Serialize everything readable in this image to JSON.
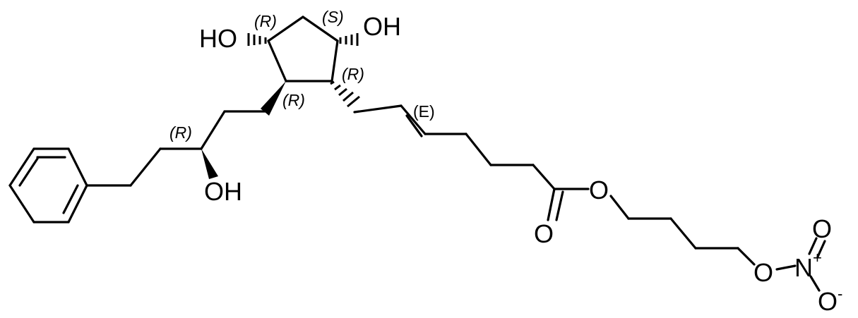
{
  "atoms": {
    "ring_oh_left": "HO",
    "ring_oh_right": "OH",
    "side_oh": "OH",
    "ester_carbonyl_o": "O",
    "ester_o": "O",
    "nitrate_o_link": "O",
    "nitrate_n": "N",
    "nitrate_n_charge": "+",
    "nitrate_o_top": "O",
    "nitrate_o_bottom": "O",
    "nitrate_o_charge": "-"
  },
  "stereo_labels": {
    "c_top_left": "(R)",
    "c_top_right": "(S)",
    "c_ring_right": "(R)",
    "c_ring_left": "(R)",
    "c_side_chain": "(R)",
    "double_bond": "(E)"
  }
}
